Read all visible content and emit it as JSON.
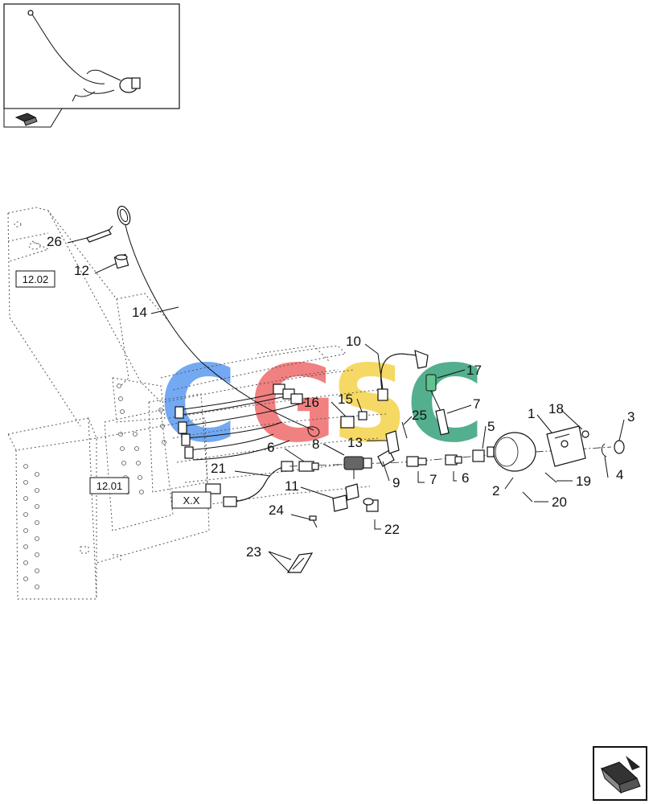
{
  "colors": {
    "watermark_c1": "#5b9bf0",
    "watermark_g": "#ef6b6b",
    "watermark_s": "#f5d34a",
    "watermark_c2": "#36a27a",
    "line": "#111111"
  },
  "icons": {
    "thumbnail_nav": "arrow-book-icon",
    "next_page": "arrow-book-icon"
  },
  "reference_boxes": {
    "ref_1202": "12.02",
    "ref_1201": "12.01",
    "ref_xx": "X.X"
  },
  "watermark": {
    "letters": [
      "C",
      "G",
      "S",
      "C"
    ]
  },
  "callouts": {
    "c1": "1",
    "c2": "2",
    "c3": "3",
    "c4": "4",
    "c5": "5",
    "c6a": "6",
    "c6b": "6",
    "c7a": "7",
    "c7b": "7",
    "c8": "8",
    "c9": "9",
    "c10": "10",
    "c11": "11",
    "c12": "12",
    "c13": "13",
    "c14": "14",
    "c15": "15",
    "c16": "16",
    "c17": "17",
    "c18": "18",
    "c19": "19",
    "c20": "20",
    "c21": "21",
    "c22": "22",
    "c23": "23",
    "c24": "24",
    "c25": "25",
    "c26": "26"
  }
}
